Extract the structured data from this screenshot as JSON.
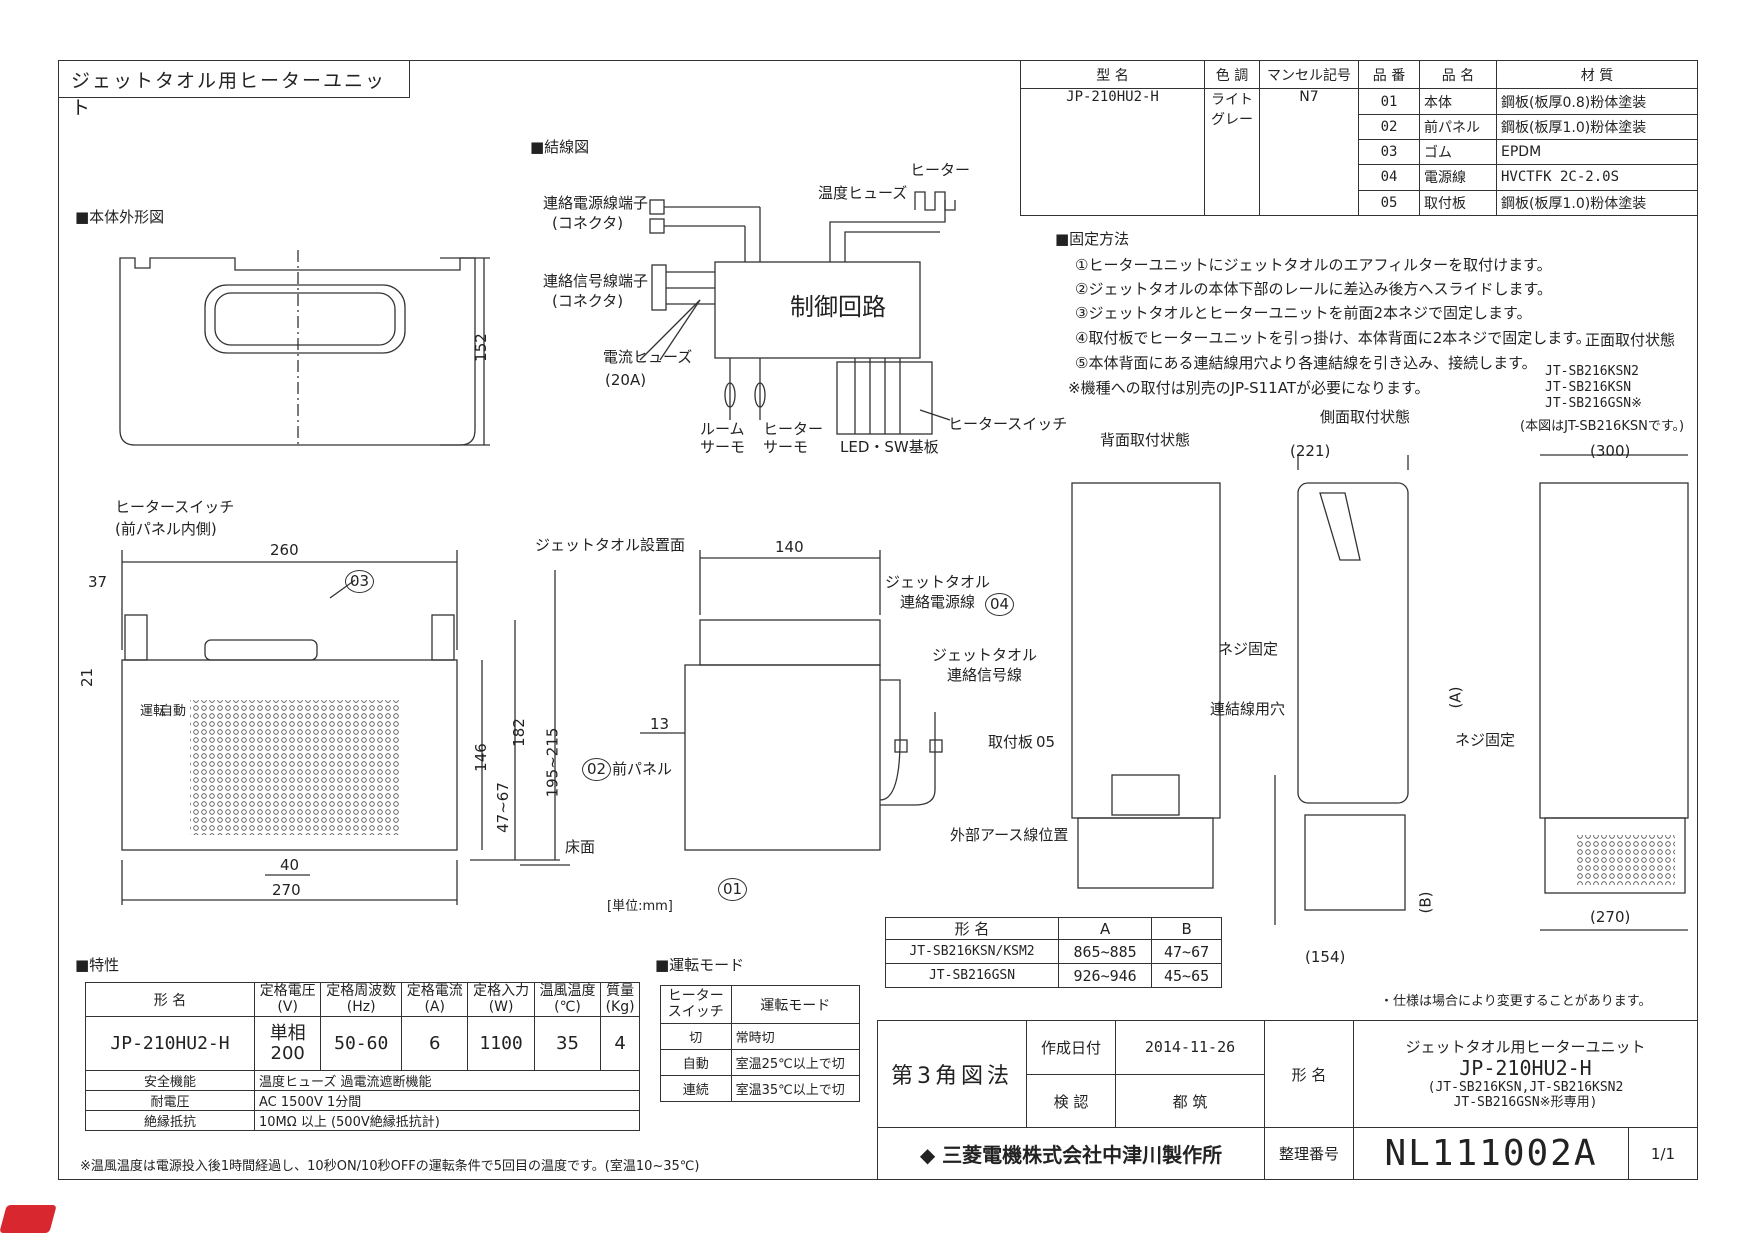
{
  "doc_title": "ジェットタオル用ヒーターユニット",
  "parts_table": {
    "headers": [
      "型 名",
      "色 調",
      "マンセル記号",
      "品 番",
      "品 名",
      "材 質"
    ],
    "model": "JP-210HU2-H",
    "color": "ライト\nグレー",
    "munsell": "N7",
    "rows": [
      {
        "no": "01",
        "name": "本体",
        "material": "鋼板(板厚0.8)粉体塗装"
      },
      {
        "no": "02",
        "name": "前パネル",
        "material": "鋼板(板厚1.0)粉体塗装"
      },
      {
        "no": "03",
        "name": "ゴム",
        "material": "EPDM"
      },
      {
        "no": "04",
        "name": "電源線",
        "material": "HVCTFK 2C-2.0S"
      },
      {
        "no": "05",
        "name": "取付板",
        "material": "鋼板(板厚1.0)粉体塗装"
      }
    ]
  },
  "outline_label": "■本体外形図",
  "outline_dim_152": "152",
  "wiring": {
    "label": "■結線図",
    "power_terminal": "連絡電源線端子",
    "power_terminal_sub": "(コネクタ)",
    "signal_terminal": "連絡信号線端子",
    "signal_terminal_sub": "(コネクタ)",
    "temp_fuse": "温度ヒューズ",
    "heater": "ヒーター",
    "control": "制御回路",
    "current_fuse": "電流ヒューズ",
    "current_fuse_val": "(20A)",
    "room_thermo": "ルーム\nサーモ",
    "heater_thermo": "ヒーター\nサーモ",
    "led_board": "LED・SW基板",
    "heater_switch": "ヒータースイッチ"
  },
  "fixing": {
    "label": "■固定方法",
    "steps": [
      "①ヒーターユニットにジェットタオルのエアフィルターを取付けます。",
      "②ジェットタオルの本体下部のレールに差込み後方へスライドします。",
      "③ジェットタオルとヒーターユニットを前面2本ネジで固定します。",
      "④取付板でヒーターユニットを引っ掛け、本体背面に2本ネジで固定します。",
      "⑤本体背面にある連結線用穴より各連結線を引き込み、接続します。",
      "※機種への取付は別売のJP-S11ATが必要になります。"
    ]
  },
  "front_view": {
    "heater_switch": "ヒータースイッチ",
    "heater_switch_sub": "(前パネル内側)",
    "d260": "260",
    "d37": "37",
    "d21": "21",
    "d146": "146",
    "d182": "182",
    "d195": "195~215",
    "d4767": "47~67",
    "d40": "40",
    "d270": "270",
    "callout03": "03",
    "run": "運転",
    "auto": "自動",
    "install_surface": "ジェットタオル設置面",
    "floor": "床面"
  },
  "side_view": {
    "d140": "140",
    "d13": "13",
    "front_panel": "前パネル",
    "callout02": "02",
    "callout01": "01",
    "power_line": "ジェットタオル\n連絡電源線",
    "callout04": "04",
    "signal_line": "ジェットタオル\n連絡信号線",
    "unit": "[単位:mm]"
  },
  "mount_views": {
    "back": "背面取付状態",
    "side": "側面取付状態",
    "front": "正面取付状態",
    "models": [
      "JT-SB216KSN2",
      "JT-SB216KSN",
      "JT-SB216GSN※"
    ],
    "model_note": "(本図はJT-SB216KSNです。)",
    "screw_fix": "ネジ固定",
    "link_hole": "連結線用穴",
    "mount_plate": "取付板",
    "callout05": "05",
    "earth": "外部アース線位置",
    "d221": "(221)",
    "d300": "(300)",
    "dA": "(A)",
    "dB": "(B)",
    "d154": "(154)",
    "d270": "(270)"
  },
  "ab_table": {
    "headers": [
      "形 名",
      "A",
      "B"
    ],
    "rows": [
      [
        "JT-SB216KSN/KSM2",
        "865~885",
        "47~67"
      ],
      [
        "JT-SB216GSN",
        "926~946",
        "45~65"
      ]
    ]
  },
  "spec": {
    "label": "■特性",
    "headers": [
      "形 名",
      "定格電圧\n(V)",
      "定格周波数\n(Hz)",
      "定格電流\n(A)",
      "定格入力\n(W)",
      "温風温度\n(℃)",
      "質量\n(Kg)"
    ],
    "values": [
      "JP-210HU2-H",
      "単相\n200",
      "50-60",
      "6",
      "1100",
      "35",
      "4"
    ],
    "extra": [
      [
        "安全機能",
        "温度ヒューズ 過電流遮断機能"
      ],
      [
        "耐電圧",
        "AC 1500V 1分間"
      ],
      [
        "絶縁抵抗",
        "10MΩ 以上 (500V絶縁抵抗計)"
      ]
    ],
    "note": "※温風温度は電源投入後1時間経過し、10秒ON/10秒OFFの運転条件で5回目の温度です。(室温10~35℃)"
  },
  "modes": {
    "label": "■運転モード",
    "headers": [
      "ヒーター\nスイッチ",
      "運転モード"
    ],
    "rows": [
      [
        "切",
        "常時切"
      ],
      [
        "自動",
        "室温25℃以上で切"
      ],
      [
        "連続",
        "室温35℃以上で切"
      ]
    ]
  },
  "title_block": {
    "note": "・仕様は場合により変更することがあります。",
    "projection": "第3角図法",
    "created_label": "作成日付",
    "created": "2014-11-26",
    "check_label": "検 認",
    "checker": "都 筑",
    "name_label": "形 名",
    "name1": "ジェットタオル用ヒーターユニット",
    "name2": "JP-210HU2-H",
    "name3": "(JT-SB216KSN,JT-SB216KSN2",
    "name4": "JT-SB216GSN※形専用)",
    "company": "三菱電機株式会社中津川製作所",
    "number_label": "整理番号",
    "number": "NL111002A",
    "page": "1/1"
  }
}
